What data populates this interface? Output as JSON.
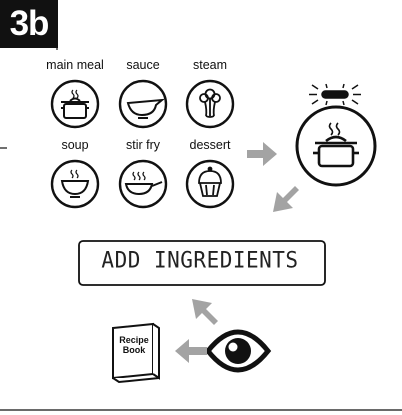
{
  "step_badge": "3b",
  "programs": [
    {
      "label": "main meal",
      "icon": "pot-icon"
    },
    {
      "label": "sauce",
      "icon": "sauce-boat-icon"
    },
    {
      "label": "steam",
      "icon": "steam-broccoli-icon"
    },
    {
      "label": "soup",
      "icon": "soup-bowl-icon"
    },
    {
      "label": "stir fry",
      "icon": "frying-pan-icon"
    },
    {
      "label": "dessert",
      "icon": "cupcake-icon"
    }
  ],
  "display": {
    "text": "ADD INGREDIENTS"
  },
  "recipe_book": {
    "line1": "Recipe",
    "line2": "Book"
  },
  "colors": {
    "ink": "#111111",
    "arrow": "#a3a3a3",
    "indicator": "#111111"
  }
}
